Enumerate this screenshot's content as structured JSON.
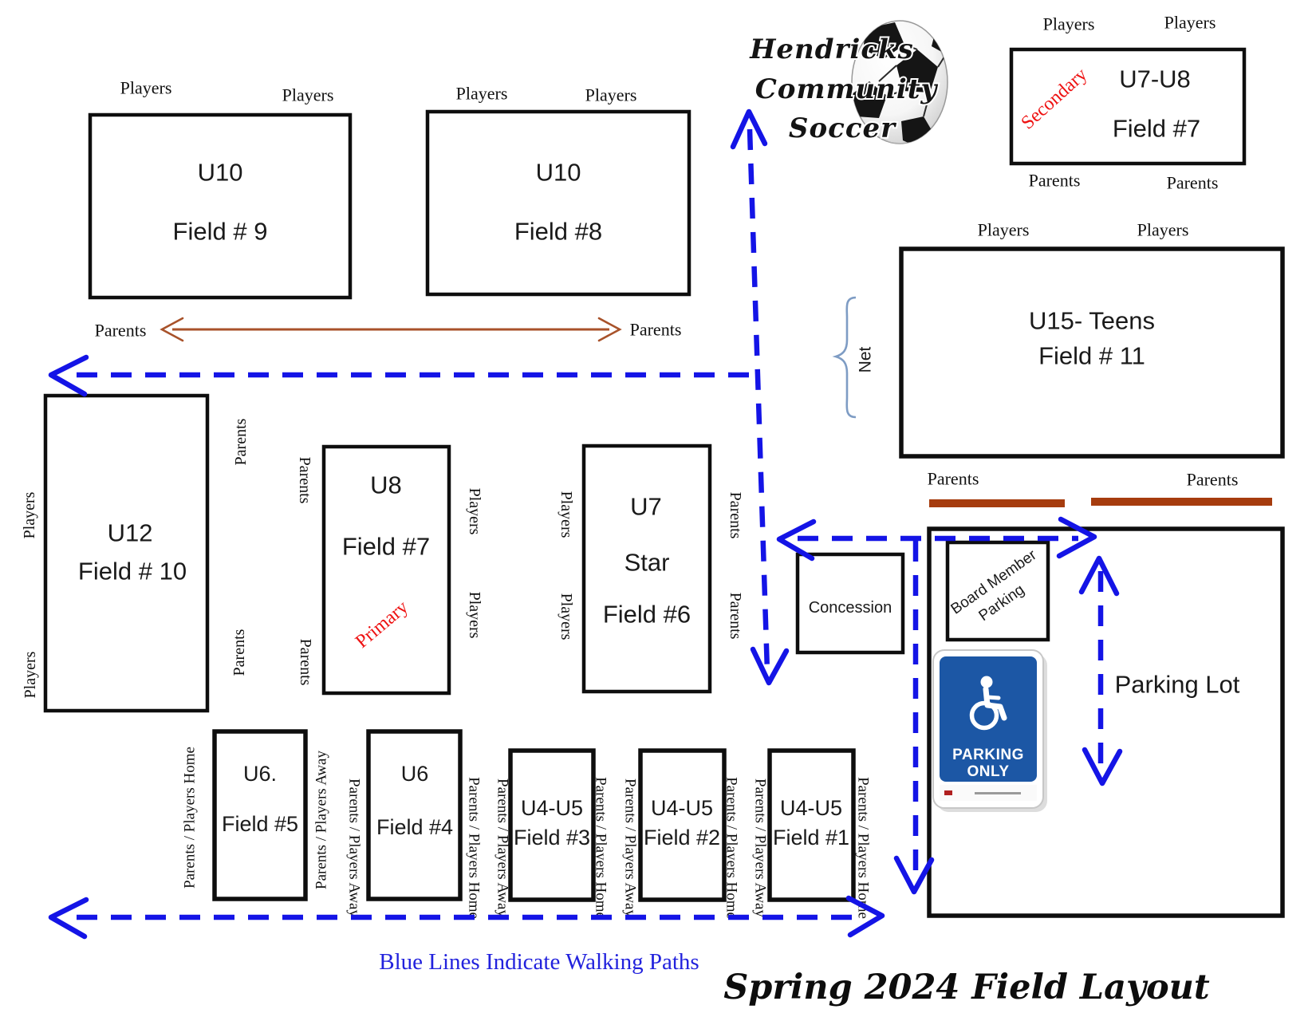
{
  "logo": {
    "line1": "Hendricks",
    "line2": "Community",
    "line3": "Soccer"
  },
  "title": {
    "text": "Spring 2024 Field Layout"
  },
  "legend": {
    "text": "Blue Lines Indicate Walking Paths"
  },
  "labels": {
    "players": "Players",
    "parents": "Parents",
    "net": "Net",
    "concession": "Concession",
    "parking_lot": "Parking Lot",
    "board_line1": "Board Member",
    "board_line2": "Parking",
    "primary": "Primary",
    "secondary": "Secondary",
    "sign_line1": "PARKING",
    "sign_line2": "ONLY",
    "home": "Parents / Players Home",
    "away": "Parents / Players Away"
  },
  "fields": {
    "f9": {
      "group": "U10",
      "name": "Field # 9"
    },
    "f8": {
      "group": "U10",
      "name": "Field #8"
    },
    "f7t": {
      "group": "U7-U8",
      "name": "Field #7"
    },
    "f11": {
      "group": "U15- Teens",
      "name": "Field # 11"
    },
    "f10": {
      "group": "U12",
      "name": "Field # 10"
    },
    "f7m": {
      "group": "U8",
      "name": "Field #7"
    },
    "f6": {
      "group": "U7",
      "mid": "Star",
      "name": "Field #6"
    },
    "f5": {
      "group": "U6.",
      "name": "Field #5"
    },
    "f4": {
      "group": "U6",
      "name": "Field #4"
    },
    "f3": {
      "group": "U4-U5",
      "name": "Field #3"
    },
    "f2": {
      "group": "U4-U5",
      "name": "Field #2"
    },
    "f1": {
      "group": "U4-U5",
      "name": "Field #1"
    }
  },
  "colors": {
    "walking_path_blue": "#1414e6",
    "brown_arrow": "#a8522a",
    "brown_bar": "#a63c0e",
    "red_text": "#ee1111",
    "handicap_sign_blue": "#1c57a5",
    "net_brace": "#7e9cc4",
    "legend_blue": "#2222dd"
  }
}
